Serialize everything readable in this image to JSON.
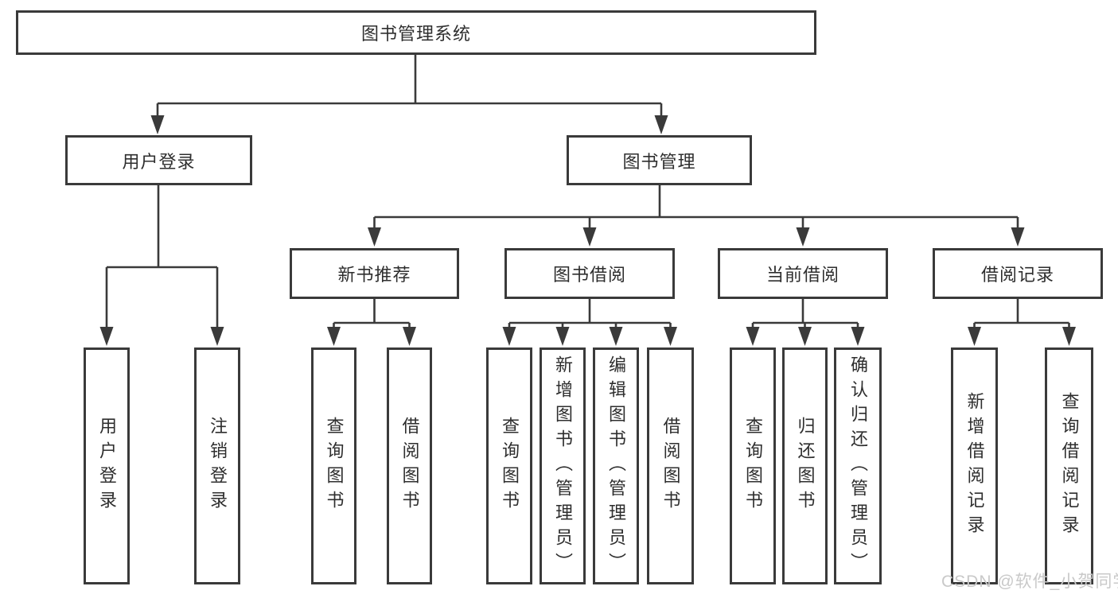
{
  "tree": {
    "label": "图书管理系统",
    "children": [
      {
        "label": "用户登录",
        "children": [
          {
            "label": "用户登录"
          },
          {
            "label": "注销登录"
          }
        ]
      },
      {
        "label": "图书管理",
        "children": [
          {
            "label": "新书推荐",
            "children": [
              {
                "label": "查询图书"
              },
              {
                "label": "借阅图书"
              }
            ]
          },
          {
            "label": "图书借阅",
            "children": [
              {
                "label": "查询图书"
              },
              {
                "label": "新增图书（管理员）"
              },
              {
                "label": "编辑图书（管理员）"
              },
              {
                "label": "借阅图书"
              }
            ]
          },
          {
            "label": "当前借阅",
            "children": [
              {
                "label": "查询图书"
              },
              {
                "label": "归还图书"
              },
              {
                "label": "确认归还（管理员）"
              }
            ]
          },
          {
            "label": "借阅记录",
            "children": [
              {
                "label": "新增借阅记录"
              },
              {
                "label": "查询借阅记录"
              }
            ]
          }
        ]
      }
    ]
  },
  "watermark": {
    "text": "CSDN @软件_小贺同学",
    "color": "#c9c9c9"
  },
  "colors": {
    "line": "#3a3a3a",
    "box_border": "#3a3a3a",
    "box_bg": "#ffffff",
    "text": "#2e2e2e",
    "canvas_bg": "#ffffff"
  }
}
